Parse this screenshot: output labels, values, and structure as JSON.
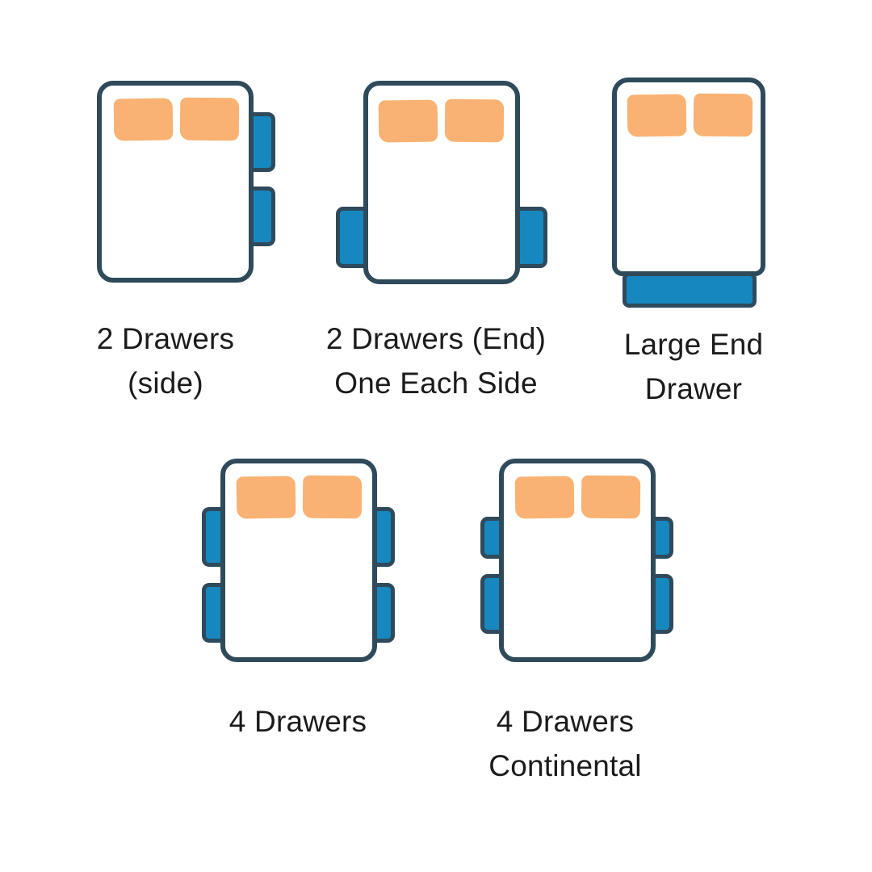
{
  "page": {
    "background": "#ffffff",
    "description": "Bed storage drawer configuration diagram with five bed top-view illustrations"
  },
  "colors": {
    "outline_navy": "#2f4a5a",
    "drawer_blue": "#1787c0",
    "pillow_orange": "#f9b273",
    "label_text": "#1b1b1b",
    "page_bg": "#ffffff"
  },
  "figures": [
    {
      "id": "two-drawers-side",
      "label_line1": "2 Drawers",
      "label_line2": "(side)",
      "pillows": 2,
      "drawers": [
        "right-upper",
        "right-lower"
      ]
    },
    {
      "id": "two-drawers-end-one-each-side",
      "label_line1": "2 Drawers (End)",
      "label_line2": "One Each Side",
      "pillows": 2,
      "drawers": [
        "left-end",
        "right-end"
      ]
    },
    {
      "id": "large-end-drawer",
      "label_line1": "Large End",
      "label_line2": "Drawer",
      "pillows": 2,
      "drawers": [
        "foot-end-large"
      ]
    },
    {
      "id": "four-drawers",
      "label_line1": "4 Drawers",
      "pillows": 2,
      "drawers": [
        "left-upper",
        "left-lower",
        "right-upper",
        "right-lower"
      ]
    },
    {
      "id": "four-drawers-continental",
      "label_line1": "4 Drawers",
      "label_line2": "Continental",
      "pillows": 2,
      "drawers": [
        "left-upper-short",
        "left-lower",
        "right-upper-short",
        "right-lower"
      ]
    }
  ]
}
